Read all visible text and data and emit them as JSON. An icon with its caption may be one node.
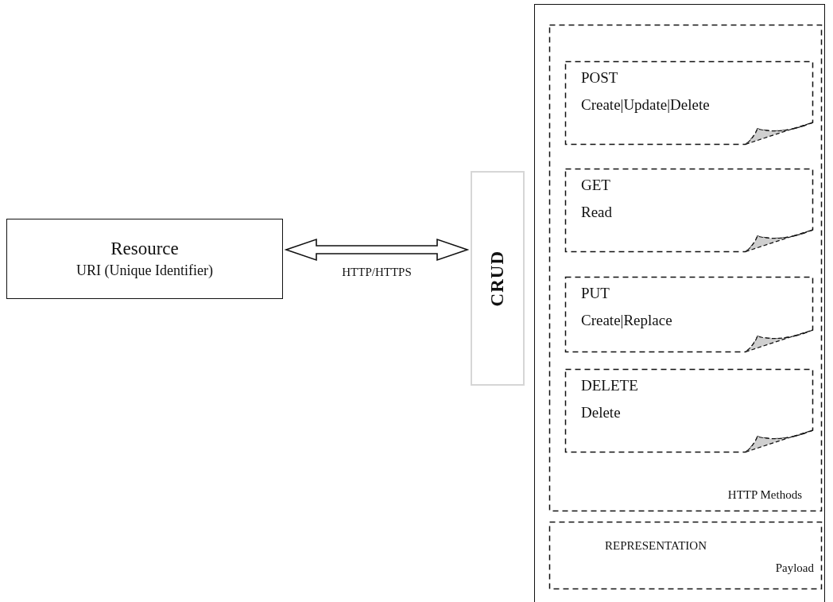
{
  "diagram": {
    "nodes": [
      {
        "text": [
          "Resource",
          "URI (Unique Identifier)"
        ]
      },
      {
        "text": [
          "CRUD"
        ]
      },
      {
        "text": [],
        "shape": "box"
      },
      {
        "text": [
          "HTTP Methods"
        ],
        "in": 2
      },
      {
        "text": [
          "POST",
          "Create|Update|Delete"
        ],
        "in": 3
      },
      {
        "text": [
          "GET",
          "Read"
        ],
        "in": 3
      },
      {
        "text": [
          "PUT",
          "Create|Replace"
        ],
        "in": 3
      },
      {
        "text": [
          "DELETE",
          "Delete"
        ],
        "in": 3
      },
      {
        "text": [
          "REPRESENTATION",
          "Payload"
        ],
        "in": 2
      }
    ],
    "edges": [
      {
        "from": 0,
        "to": 1,
        "arrow": "both",
        "label": "HTTP/HTTPS"
      }
    ]
  }
}
